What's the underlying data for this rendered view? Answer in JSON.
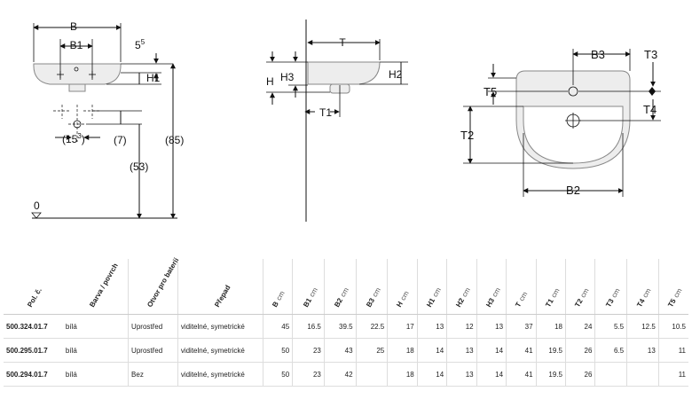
{
  "drawing": {
    "front": {
      "B": "B",
      "B1": "B1",
      "s5": "5",
      "s5sup": "5",
      "H1": "H1",
      "p15": "(15",
      "p15sup": "3",
      "p15close": ")",
      "p7": "(7)",
      "p53": "(53)",
      "p85": "(85)",
      "zero": "0"
    },
    "side": {
      "T": "T",
      "H": "H",
      "H3": "H3",
      "H2": "H2",
      "T1": "T1"
    },
    "top": {
      "B3": "B3",
      "T3": "T3",
      "T5": "T5",
      "T4": "T4",
      "T2": "T2",
      "B2": "B2"
    }
  },
  "table": {
    "headers": [
      {
        "label": "Pol. č.",
        "unit": ""
      },
      {
        "label": "Barva / povrch",
        "unit": ""
      },
      {
        "label": "Otvor pro baterii",
        "unit": ""
      },
      {
        "label": "Přepad",
        "unit": ""
      },
      {
        "label": "B",
        "unit": "cm"
      },
      {
        "label": "B1",
        "unit": "cm"
      },
      {
        "label": "B2",
        "unit": "cm"
      },
      {
        "label": "B3",
        "unit": "cm"
      },
      {
        "label": "H",
        "unit": "cm"
      },
      {
        "label": "H1",
        "unit": "cm"
      },
      {
        "label": "H2",
        "unit": "cm"
      },
      {
        "label": "H3",
        "unit": "cm"
      },
      {
        "label": "T",
        "unit": "cm"
      },
      {
        "label": "T1",
        "unit": "cm"
      },
      {
        "label": "T2",
        "unit": "cm"
      },
      {
        "label": "T3",
        "unit": "cm"
      },
      {
        "label": "T4",
        "unit": "cm"
      },
      {
        "label": "T5",
        "unit": "cm"
      }
    ],
    "rows": [
      [
        "500.324.01.7",
        "bílá",
        "Uprostřed",
        "viditelné, symetrické",
        "45",
        "16.5",
        "39.5",
        "22.5",
        "17",
        "13",
        "12",
        "13",
        "37",
        "18",
        "24",
        "5.5",
        "12.5",
        "10.5"
      ],
      [
        "500.295.01.7",
        "bílá",
        "Uprostřed",
        "viditelné, symetrické",
        "50",
        "23",
        "43",
        "25",
        "18",
        "14",
        "13",
        "14",
        "41",
        "19.5",
        "26",
        "6.5",
        "13",
        "11"
      ],
      [
        "500.294.01.7",
        "bílá",
        "Bez",
        "viditelné, symetrické",
        "50",
        "23",
        "42",
        "",
        "18",
        "14",
        "13",
        "14",
        "41",
        "19.5",
        "26",
        "",
        "",
        "11"
      ]
    ]
  }
}
